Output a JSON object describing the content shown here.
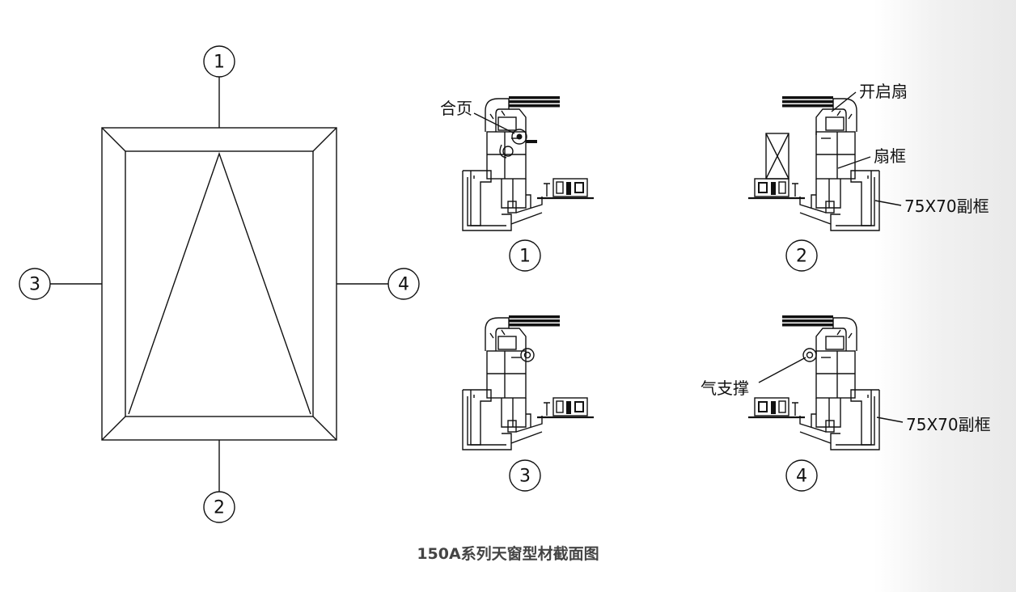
{
  "caption": "150A系列天窗型材截面图",
  "elevation": {
    "markers": {
      "top": "1",
      "bottom": "2",
      "left": "3",
      "right": "4"
    }
  },
  "sections": [
    {
      "number": "1",
      "callouts": [
        "合页"
      ]
    },
    {
      "number": "2",
      "callouts": [
        "开启扇",
        "扇框",
        "75X70副框"
      ]
    },
    {
      "number": "3",
      "callouts": []
    },
    {
      "number": "4",
      "callouts": [
        "气支撑",
        "75X70副框"
      ]
    }
  ]
}
